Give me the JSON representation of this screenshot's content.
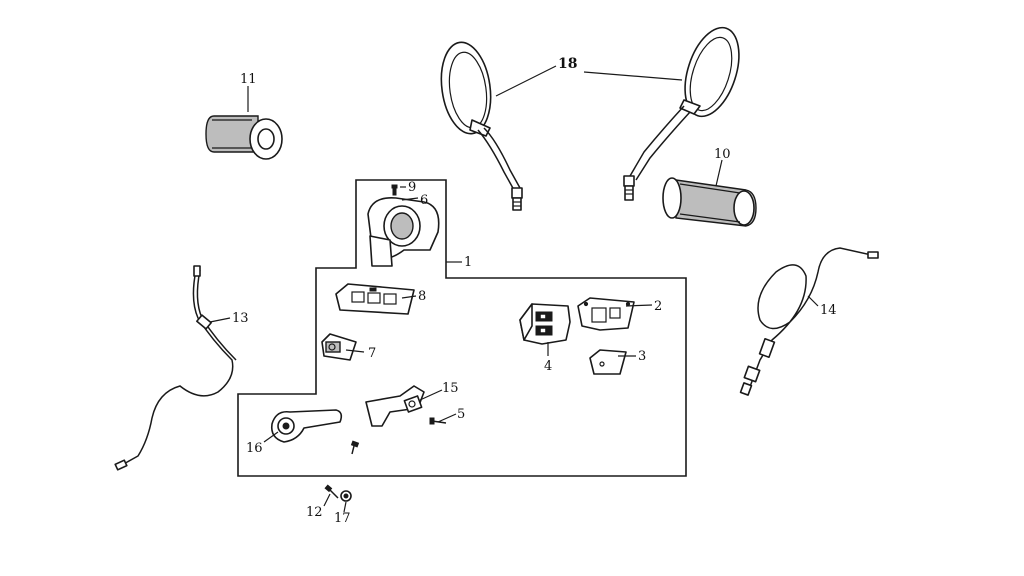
{
  "labels": {
    "p1": "1",
    "p2": "2",
    "p3": "3",
    "p4": "4",
    "p5": "5",
    "p6": "6",
    "p7": "7",
    "p8": "8",
    "p9": "9",
    "p10": "10",
    "p11": "11",
    "p12": "12",
    "p13": "13",
    "p14": "14",
    "p15": "15",
    "p16": "16",
    "p17": "17",
    "p18": "18"
  }
}
